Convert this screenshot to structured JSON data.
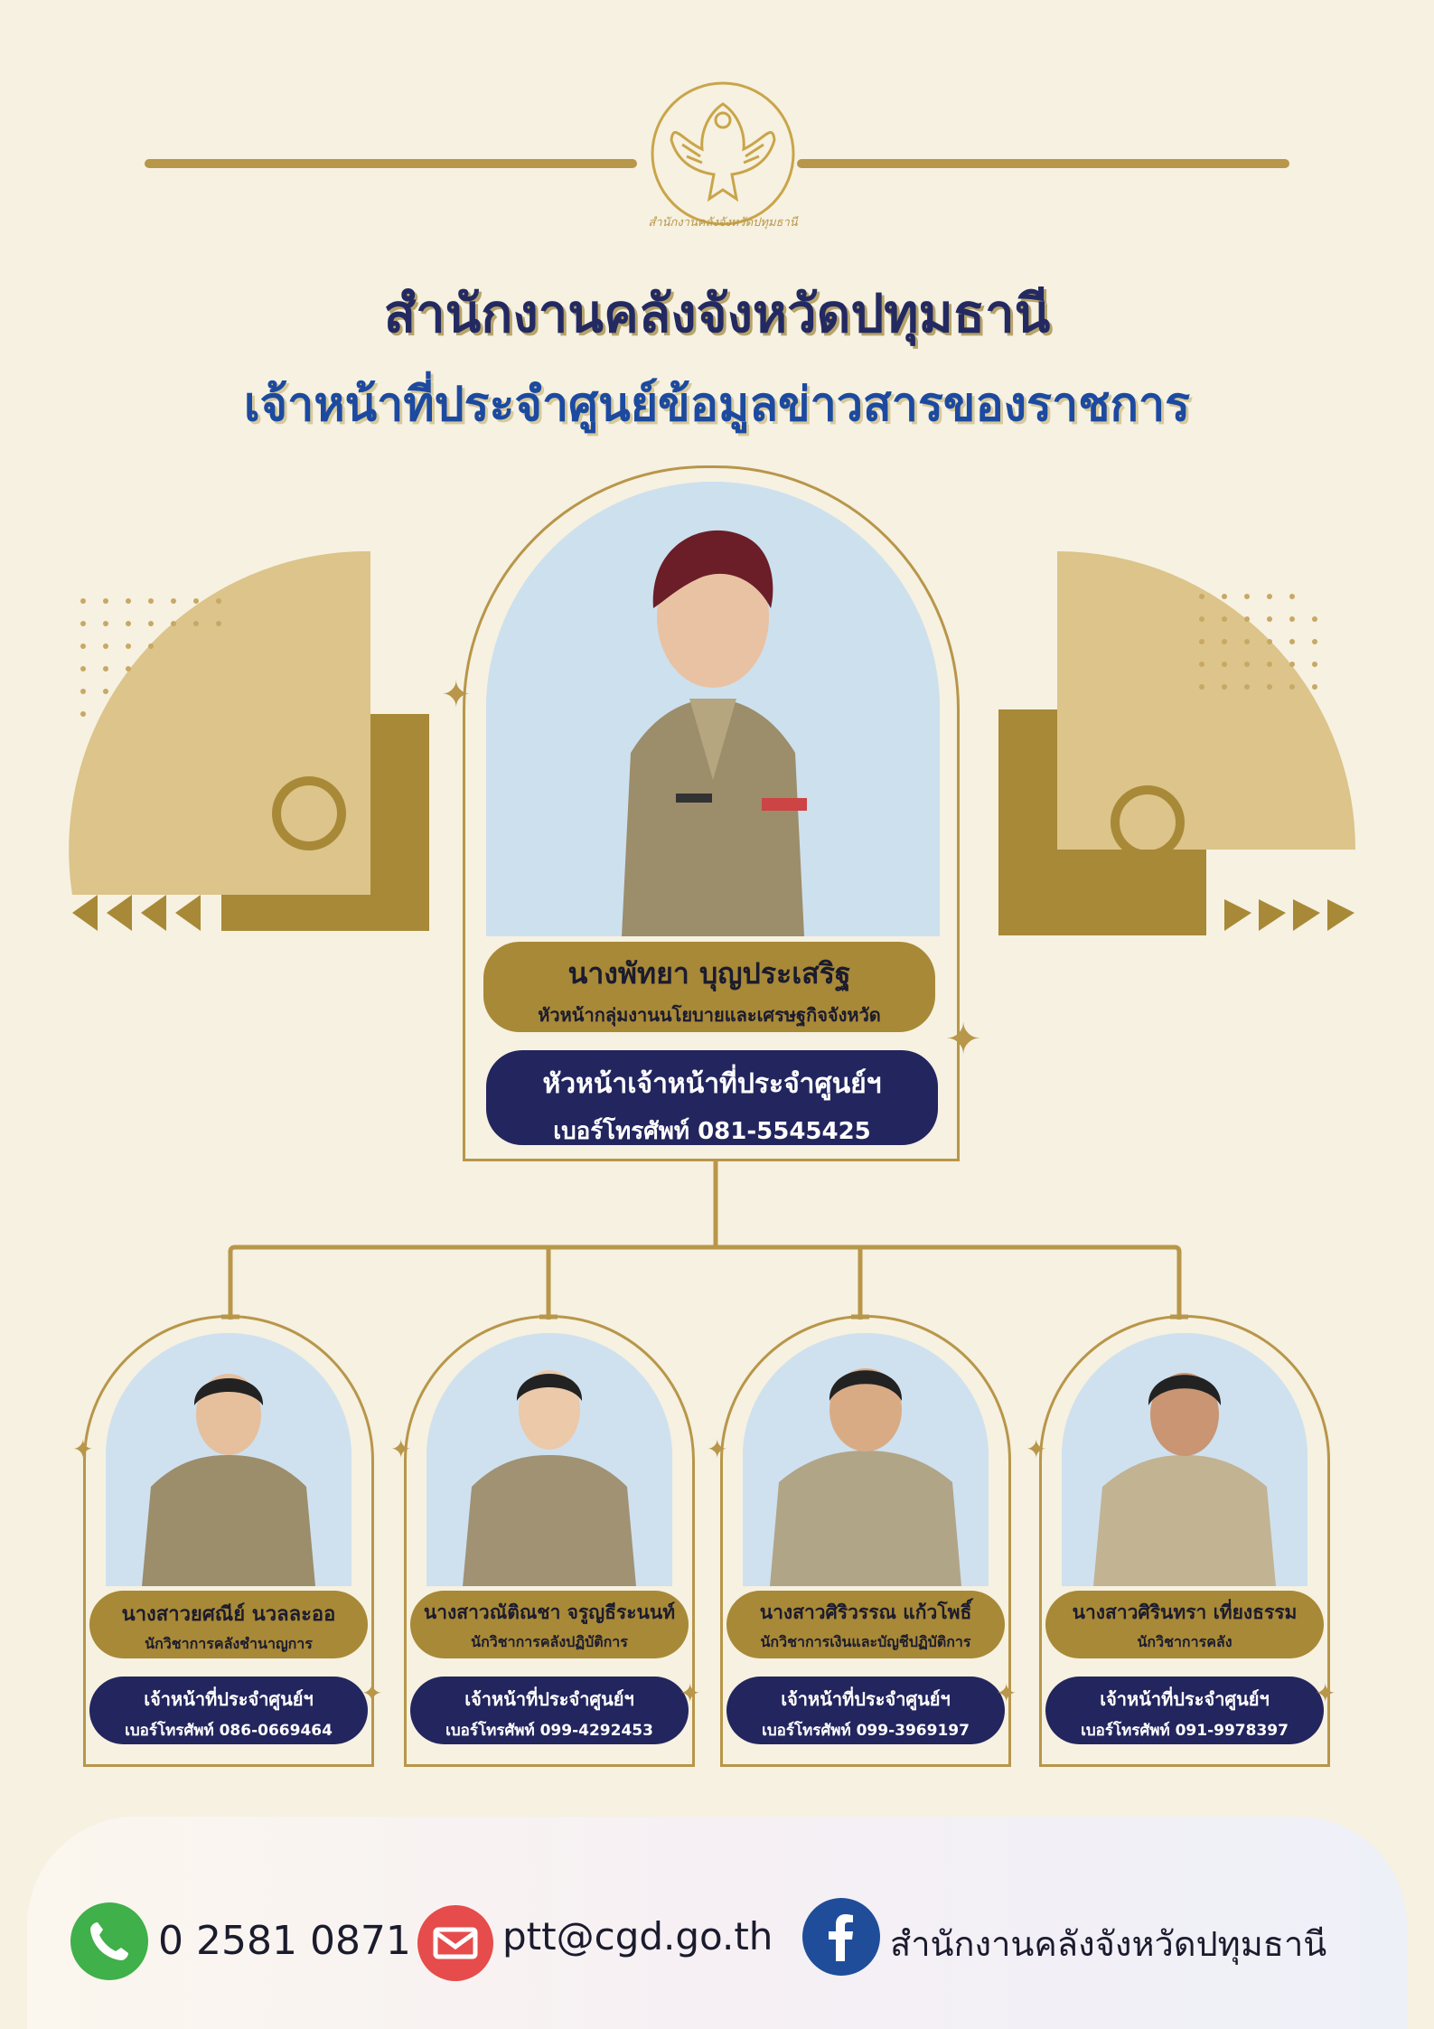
{
  "emblem": {
    "caption": "สำนักงานคลังจังหวัดปทุมธานี"
  },
  "header": {
    "title": "สำนักงานคลังจังหวัดปทุมธานี",
    "subtitle": "เจ้าหน้าที่ประจำศูนย์ข้อมูลข่าวสารของราชการ"
  },
  "head_officer": {
    "name": "นางพัทยา บุญประเสริฐ",
    "position": "หัวหน้ากลุ่มงานนโยบายและเศรษฐกิจจังหวัด",
    "role": "หัวหน้าเจ้าหน้าที่ประจำศูนย์ฯ",
    "phone": "เบอร์โทรศัพท์ 081-5545425"
  },
  "staff": [
    {
      "name": "นางสาวยศณีย์  นวลละออ",
      "position": "นักวิชาการคลังชำนาญการ",
      "role": "เจ้าหน้าที่ประจำศูนย์ฯ",
      "phone": "เบอร์โทรศัพท์ 086-0669464"
    },
    {
      "name": "นางสาวณัติณชา จรูญธีระนนท์",
      "position": "นักวิชาการคลังปฏิบัติการ",
      "role": "เจ้าหน้าที่ประจำศูนย์ฯ",
      "phone": "เบอร์โทรศัพท์ 099-4292453"
    },
    {
      "name": "นางสาวศิริวรรณ แก้วโพธิ์",
      "position": "นักวิชาการเงินและบัญชีปฏิบัติการ",
      "role": "เจ้าหน้าที่ประจำศูนย์ฯ",
      "phone": "เบอร์โทรศัพท์ 099-3969197"
    },
    {
      "name": "นางสาวศิรินทรา  เที่ยงธรรม",
      "position": "นักวิชาการคลัง",
      "role": "เจ้าหน้าที่ประจำศูนย์ฯ",
      "phone": "เบอร์โทรศัพท์ 091-9978397"
    }
  ],
  "contact": {
    "phone": "0 2581 0871",
    "email": "ptt@cgd.go.th",
    "facebook": "สำนักงานคลังจังหวัดปทุมธานี",
    "icons": {
      "phone": "phone-icon",
      "email": "mail-icon",
      "facebook": "facebook-icon"
    }
  },
  "colors": {
    "background": "#f6f1e1",
    "gold": "#a88937",
    "navy": "#23255e",
    "blue": "#1c4aa0"
  }
}
